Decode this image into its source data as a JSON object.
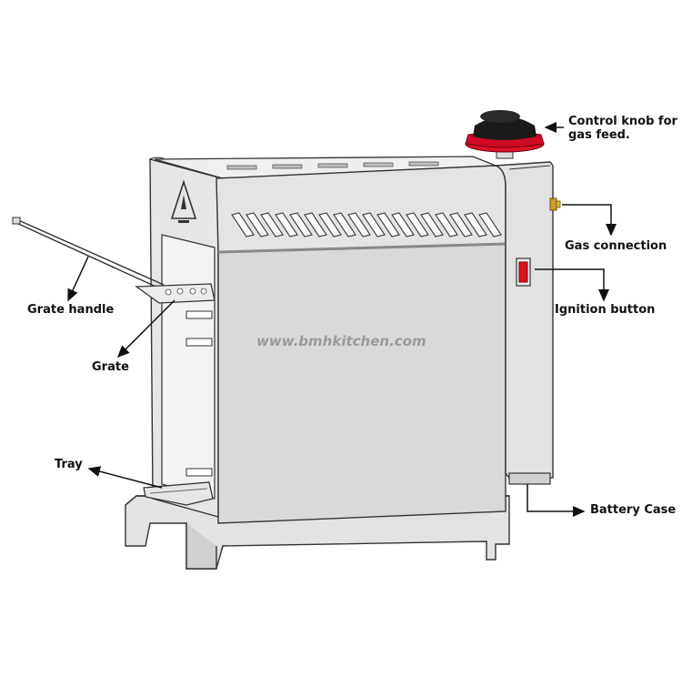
{
  "labels": {
    "control_knob_line1": "Control  knob for",
    "control_knob_line2": "gas feed.",
    "gas_connection": "Gas connection",
    "ignition_button": "Ignition button",
    "grate_handle": "Grate handle",
    "grate": "Grate",
    "tray": "Tray",
    "battery_case": "Battery Case"
  },
  "watermark": "www.bmhkitchen.com",
  "colors": {
    "body_fill": "#d9d9d9",
    "panel_fill": "#c9c9c9",
    "outline": "#333333",
    "knob_red": "#e0102a",
    "knob_black": "#1a1a1a",
    "ignition_red": "#d9141e",
    "brass": "#c9a227",
    "arrow": "#111111"
  },
  "icons": {
    "warning_icon": "warning-triangle-icon"
  }
}
